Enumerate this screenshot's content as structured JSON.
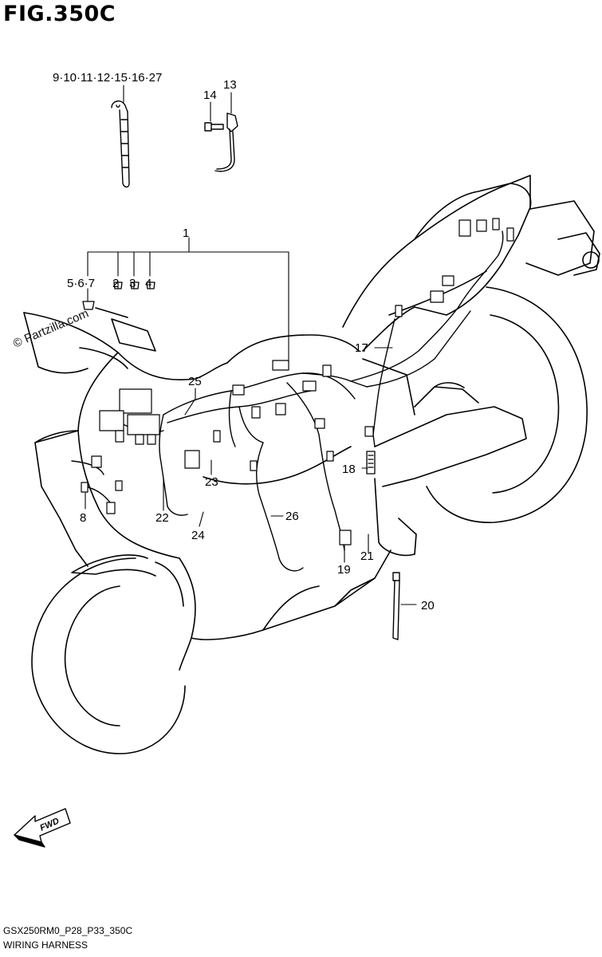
{
  "figure": {
    "title": "FIG.350C",
    "code": "GSX250RM0_P28_P33_350C",
    "name": "WIRING HARNESS",
    "watermark": "© Partzilla.com",
    "direction_label": "FWD"
  },
  "callouts": {
    "c1": "1",
    "c2": "2",
    "c3": "3",
    "c4": "4",
    "c567": "5·6·7",
    "c8": "8",
    "c9_27": "9·10·11·12·15·16·27",
    "c13": "13",
    "c14": "14",
    "c17": "17",
    "c18": "18",
    "c19": "19",
    "c20": "20",
    "c21": "21",
    "c22": "22",
    "c23": "23",
    "c24": "24",
    "c25": "25",
    "c26": "26"
  }
}
